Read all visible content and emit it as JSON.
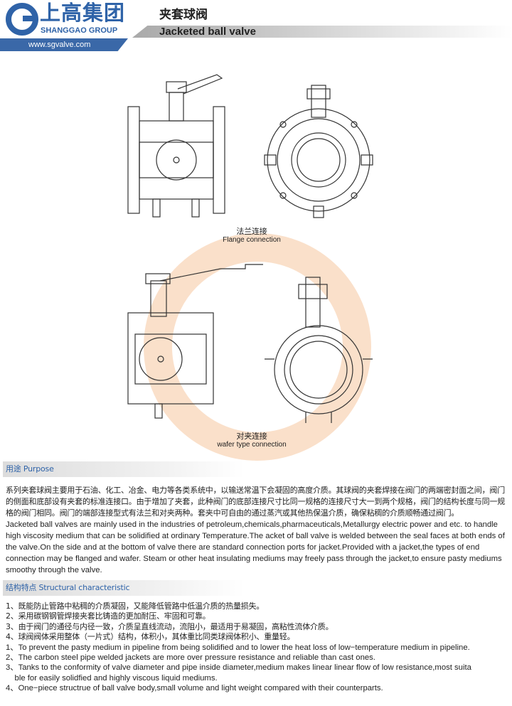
{
  "header": {
    "brand_cn": "上高集团",
    "brand_en": "SHANGGAO GROUP",
    "website": "www.sgvalve.com",
    "title_cn": "夹套球阀",
    "title_en": "Jacketed ball valve"
  },
  "figures": {
    "flange_cn": "法兰连接",
    "flange_en": "Flange connection",
    "wafer_cn": "对夹连接",
    "wafer_en": "wafer type connection"
  },
  "purpose": {
    "heading": "用途 Purpose",
    "cn": "系列夹套球阀主要用于石油、化工、冶金、电力等各类系统中，以输送常温下会凝固的高度介质。其球阀的夹套焊接在阀门的两端密封面之间，阀门的侧面和底部设有夹套的标准连接口。由于增加了夹套，此种阀门的底部连接尺寸比同一规格的连接尺寸大一到两个规格，阀门的结构长度与同一规格的阀门相同。阀门的端部连接型式有法兰和对夹两种。套夹中可自由的通过蒸汽或其他热保温介质，确保粘稠的介质顺畅通过阀门。",
    "en": "Jacketed ball valves are mainly used in the industries of petroleum,chemicals,pharmaceuticals,Metallurgy electric power and etc. to handle high viscosity medium that can be solidified at ordinary Temperature.The acket of ball valve is welded between the seal faces at both ends of the valve.On the side and at the bottom of valve there are standard connection ports for jacket.Provided with a jacket,the types of end connection may be flanged and wafer. Steam or other heat insulating mediums may freely pass through the jacket,to ensure pasty mediums smoothy through the valve."
  },
  "structural": {
    "heading": "结构特点 Structural characteristic",
    "items": [
      "1、既能防止管路中粘稠的介质凝固，又能降低管路中低温介质的热量损失。",
      "2、采用碳钢钢管焊接夹套比铸造的更加耐压、牢固和可靠。",
      "3、由于阀门的通径与内径一致，介质呈直线流动，流阻小，最适用于易凝固，高粘性流体介质。",
      "4、球阀阀体采用整体（一片式）结构，体积小，其体重比同类球阀体积小、重量轻。",
      "1、To prevent the pasty medium in pipeline from being solidified and to lower the heat loss of low−temperature medium in pipeline.",
      "2、The carbon steel pipe welded jackets are more over pressure resistance and reliable than cast ones.",
      "3、Tanks to the conformity of valve diameter and pipe inside diameter,medium makes linear linear flow of low resistance,most suita",
      "    ble for easily solidfied and highly viscous liquid mediums.",
      "4、One−piece structrue of ball valve body,small volume and light weight compared with their counterparts."
    ]
  },
  "colors": {
    "brand": "#2f63a8",
    "watermark": "#f5c9a0"
  }
}
